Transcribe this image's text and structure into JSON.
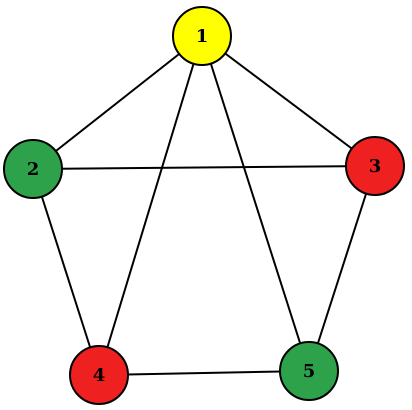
{
  "graph": {
    "nodes": [
      {
        "id": "1",
        "label": "1",
        "color": "#ffff00"
      },
      {
        "id": "2",
        "label": "2",
        "color": "#2ea24a"
      },
      {
        "id": "3",
        "label": "3",
        "color": "#ee2020"
      },
      {
        "id": "4",
        "label": "4",
        "color": "#ee2020"
      },
      {
        "id": "5",
        "label": "5",
        "color": "#2ea24a"
      }
    ],
    "edges": [
      {
        "from": "1",
        "to": "2"
      },
      {
        "from": "1",
        "to": "3"
      },
      {
        "from": "1",
        "to": "4"
      },
      {
        "from": "1",
        "to": "5"
      },
      {
        "from": "2",
        "to": "3"
      },
      {
        "from": "2",
        "to": "4"
      },
      {
        "from": "3",
        "to": "5"
      },
      {
        "from": "4",
        "to": "5"
      }
    ]
  }
}
